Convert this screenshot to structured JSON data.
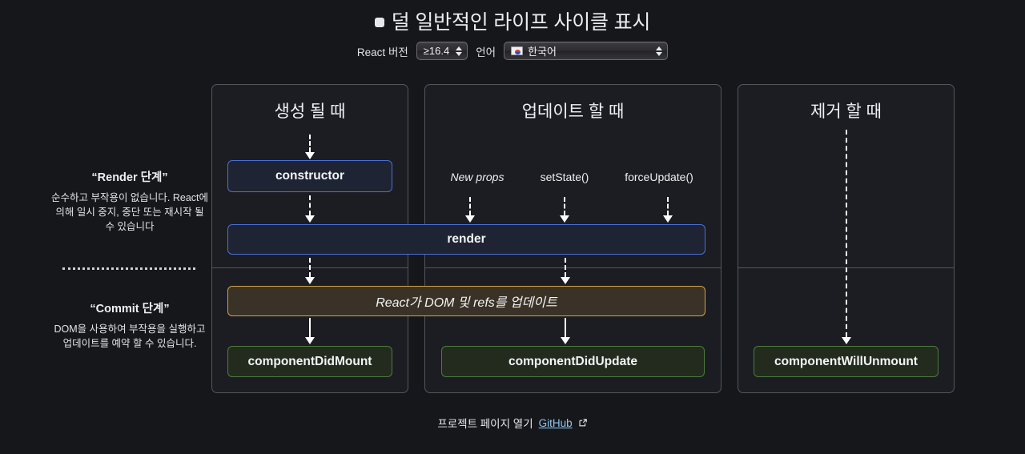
{
  "header": {
    "checkbox_name": "less-common-lifecycle-checkbox",
    "title": "덜 일반적인 라이프 사이클 표시",
    "controls": {
      "version_label": "React 버전",
      "version_value": "≥16.4",
      "language_label": "언어",
      "language_value": "한국어",
      "language_flag": "kr-flag-icon"
    }
  },
  "legend": {
    "render": {
      "title": "“Render 단계”",
      "body": "순수하고 부작용이 없습니다. React에 의해 일시 중지, 중단 또는 재시작 될 수 있습니다"
    },
    "commit": {
      "title": "“Commit 단계”",
      "body": "DOM을 사용하여 부작용을 실행하고 업데이트를 예약 할 수 있습니다."
    }
  },
  "columns": {
    "mount": {
      "title": "생성 될 때"
    },
    "update": {
      "title": "업데이트 할 때"
    },
    "unmount": {
      "title": "제거 할 때"
    }
  },
  "triggers": {
    "new_props": "New props",
    "set_state": "setState()",
    "force_update": "forceUpdate()"
  },
  "boxes": {
    "constructor": "constructor",
    "render": "render",
    "commit_dom": "React가 DOM 및 refs를 업데이트",
    "did_mount": "componentDidMount",
    "did_update": "componentDidUpdate",
    "will_unmount": "componentWillUnmount"
  },
  "footer": {
    "text": "프로젝트 페이지 열기",
    "link": "GitHub",
    "link_icon": "external-link-icon"
  },
  "colors": {
    "background": "#16171b",
    "panel": "#1c1d22",
    "panel_border": "#55565c",
    "blue_box_fill": "#1e2433",
    "blue_box_border": "#4a6fd4",
    "amber_box_fill": "#3a3226",
    "amber_box_border": "#d0a243",
    "green_box_fill": "#222b1e",
    "green_box_border": "#4c7b3c",
    "link": "#8cc6f0",
    "text": "#f1f1f4"
  }
}
